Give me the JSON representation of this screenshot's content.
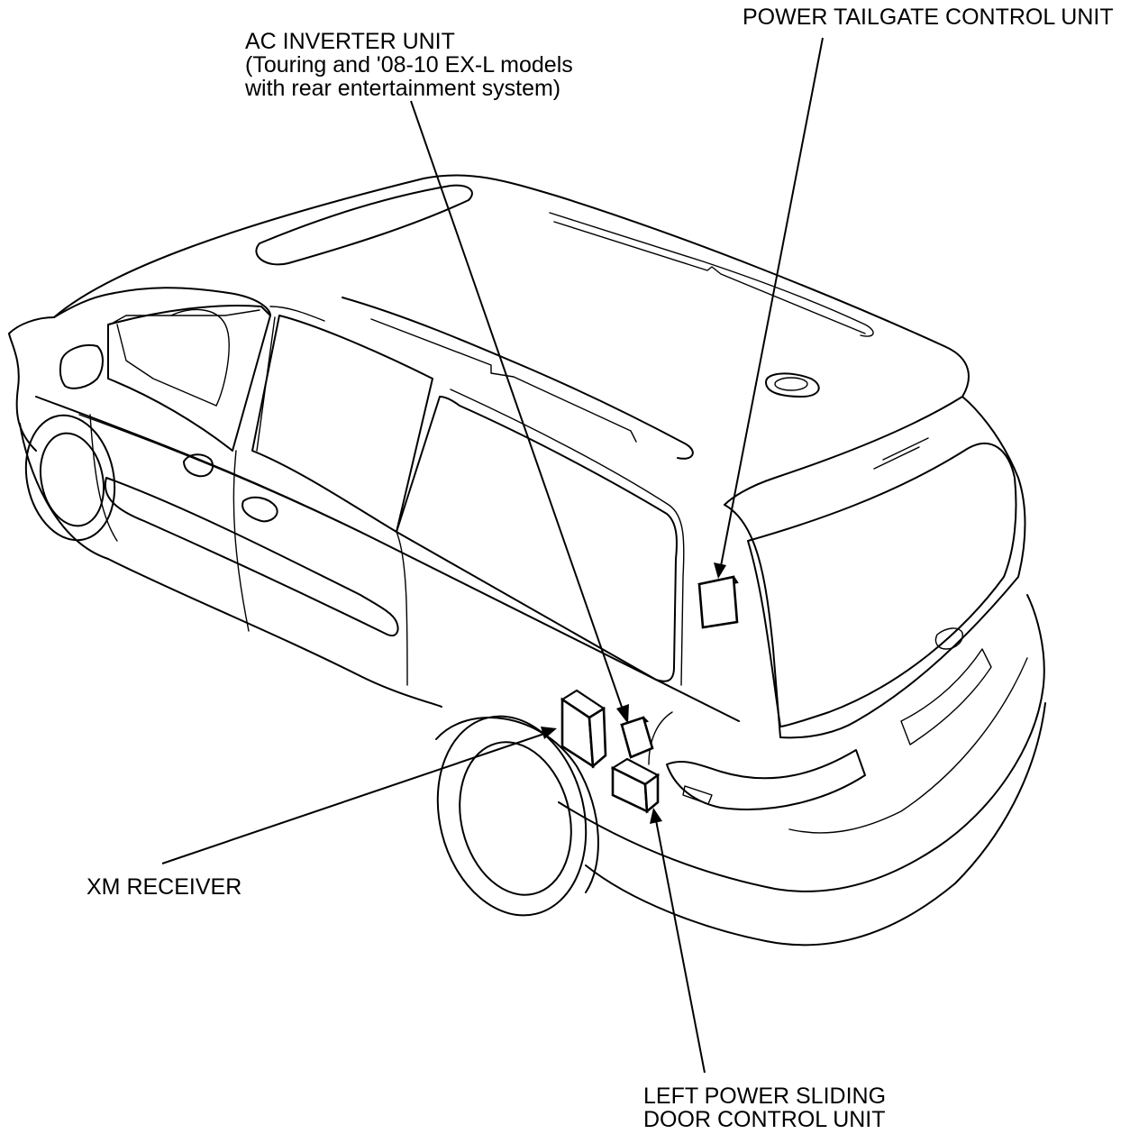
{
  "labels": {
    "ac_inverter": {
      "line1": "AC INVERTER UNIT",
      "line2": "(Touring and '08-10 EX-L models",
      "line3": "with rear entertainment system)"
    },
    "power_tailgate": {
      "line1": "POWER TAILGATE CONTROL UNIT"
    },
    "xm_receiver": {
      "line1": "XM RECEIVER"
    },
    "left_sliding_door": {
      "line1": "LEFT POWER SLIDING",
      "line2": "DOOR CONTROL UNIT"
    }
  },
  "colors": {
    "line": "#000000",
    "background": "#ffffff"
  }
}
